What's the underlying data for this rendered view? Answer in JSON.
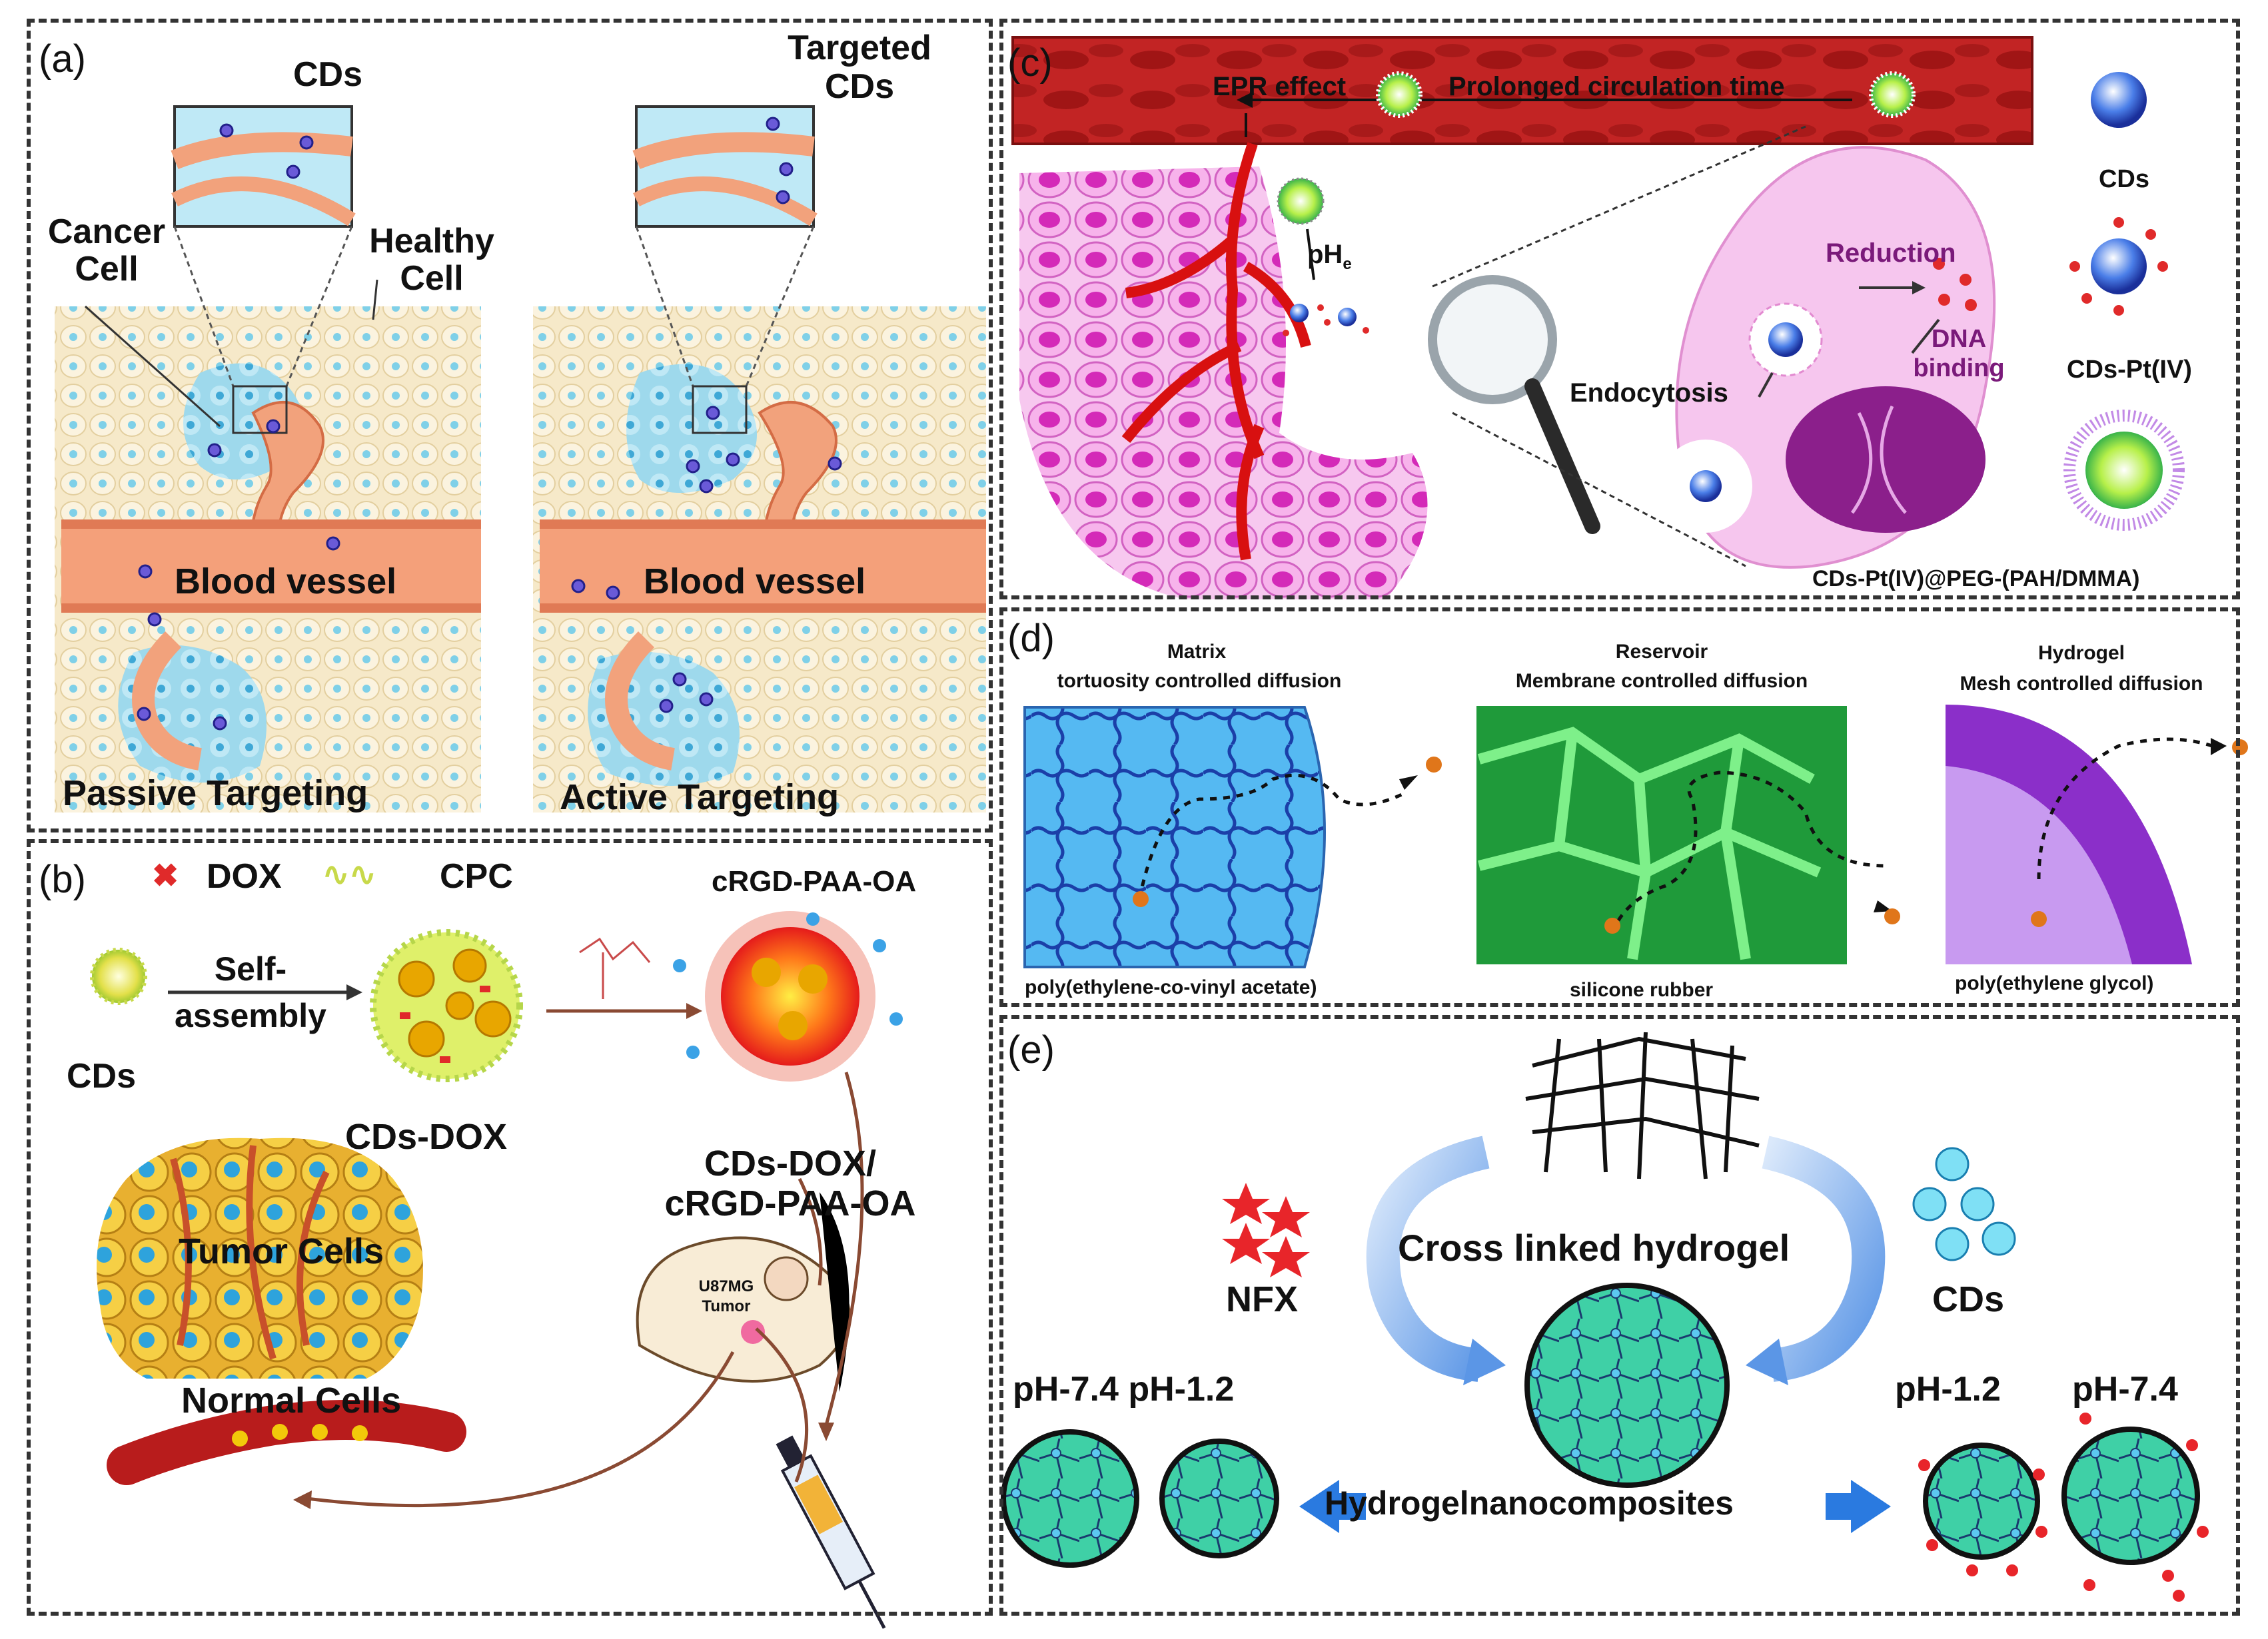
{
  "panel_a": {
    "label": "(a)",
    "cds": "CDs",
    "targeted_cds": [
      "Targeted",
      "CDs"
    ],
    "cancer_cell": [
      "Cancer",
      "Cell"
    ],
    "healthy_cell": [
      "Healthy",
      "Cell"
    ],
    "blood_vessel_left": "Blood vessel",
    "blood_vessel_right": "Blood vessel",
    "passive": "Passive Targeting",
    "active": "Active Targeting"
  },
  "panel_b": {
    "label": "(b)",
    "dox": "DOX",
    "cpc": "CPC",
    "crgd": "cRGD-PAA-OA",
    "self_assembly": [
      "Self-",
      "assembly"
    ],
    "cds": "CDs",
    "cds_dox": "CDs-DOX",
    "cds_dox_crgd": [
      "CDs-DOX/",
      "cRGD-PAA-OA"
    ],
    "tumor_cells": "Tumor Cells",
    "normal_cells": "Normal Cells",
    "mouse_label": [
      "U87MG",
      "Tumor"
    ]
  },
  "panel_c": {
    "label": "(c)",
    "epr": "EPR effect",
    "prolonged": "Prolonged circulation time",
    "ph": "pH",
    "ph_sub": "e",
    "reduction": "Reduction",
    "dna_binding": [
      "DNA",
      "binding"
    ],
    "endocytosis": "Endocytosis",
    "legend_cds": "CDs",
    "legend_cds_pt": "CDs-Pt(IV)",
    "legend_peg": "CDs-Pt(IV)@PEG-(PAH/DMMA)"
  },
  "panel_d": {
    "label": "(d)",
    "matrix_title": [
      "Matrix",
      "tortuosity controlled diffusion"
    ],
    "reservoir_title": [
      "Reservoir",
      "Membrane controlled diffusion"
    ],
    "hydrogel_title": [
      "Hydrogel",
      "Mesh controlled diffusion"
    ],
    "matrix_material": "poly(ethylene-co-vinyl acetate)",
    "reservoir_material": "silicone rubber",
    "hydrogel_material": "poly(ethylene glycol)"
  },
  "panel_e": {
    "label": "(e)",
    "nfx": "NFX",
    "cds": "CDs",
    "crosslinked": "Cross linked hydrogel",
    "ph_left": "pH-7.4 pH-1.2",
    "ph_right_1": "pH-1.2",
    "ph_right_2": "pH-7.4",
    "nanocomposites": "Hydrogelnanocomposites"
  },
  "colors": {
    "border": "#333333",
    "vessel": "#f4a07a",
    "blood": "#b81c1c",
    "cell_pink": "#e84fd0",
    "matrix_blue": "#4fb5f0",
    "reservoir_green": "#1f9a3a",
    "hydrogel_purple": "#8b2fc9",
    "gel_teal": "#3cc9a0"
  }
}
